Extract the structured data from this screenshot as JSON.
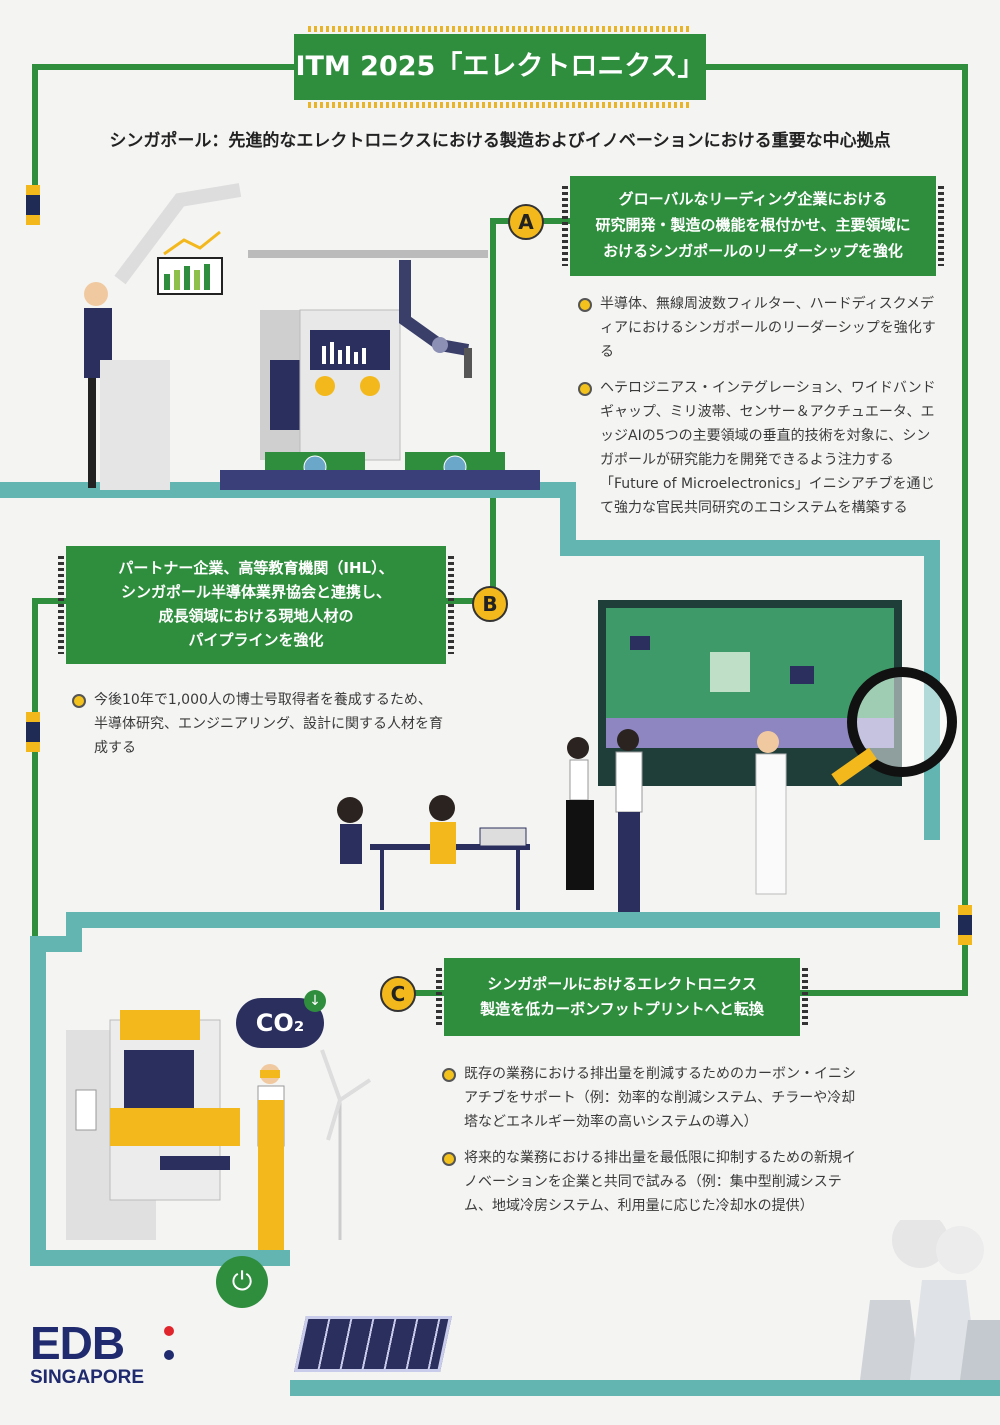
{
  "header": {
    "title": "ITM 2025「エレクトロニクス」",
    "subtitle": "シンガポール：先進的なエレクトロニクスにおける製造およびイノベーションにおける重要な中心拠点"
  },
  "sections": [
    {
      "letter": "A",
      "heading_lines": [
        "グローバルなリーディング企業における",
        "研究開発・製造の機能を根付かせ、主要領域に",
        "おけるシンガポールのリーダーシップを強化"
      ],
      "bullets": [
        "半導体、無線周波数フィルター、ハードディスクメディアにおけるシンガポールのリーダーシップを強化する",
        "ヘテロジニアス・インテグレーション、ワイドバンドギャップ、ミリ波帯、センサー＆アクチュエータ、エッジAIの5つの主要領域の垂直的技術を対象に、シンガポールが研究能力を開発できるよう注力する「Future of Microelectronics」イニシアチブを通じて強力な官民共同研究のエコシステムを構築する"
      ]
    },
    {
      "letter": "B",
      "heading_lines": [
        "パートナー企業、高等教育機関（IHL）、",
        "シンガポール半導体業界協会と連携し、",
        "成長領域における現地人材の",
        "パイプラインを強化"
      ],
      "bullets": [
        "今後10年で1,000人の博士号取得者を養成するため、半導体研究、エンジニアリング、設計に関する人材を育成する"
      ]
    },
    {
      "letter": "C",
      "heading_lines": [
        "シンガポールにおけるエレクトロニクス",
        "製造を低カーボンフットプリントへと転換"
      ],
      "bullets": [
        "既存の業務における排出量を削減するためのカーボン・イニシアチブをサポート（例：効率的な削減システム、チラーや冷却塔などエネルギー効率の高いシステムの導入）",
        "将来的な業務における排出量を最低限に抑制するための新規イノベーションを企業と共同で試みる（例：集中型削減システム、地域冷房システム、利用量に応じた冷却水の提供）"
      ]
    }
  ],
  "co2_label": "CO₂",
  "logo": {
    "line1": "EDB",
    "line2": "SINGAPORE"
  },
  "colors": {
    "green": "#2f8e3e",
    "teal": "#62b5b0",
    "yellow": "#f3b81c",
    "navy": "#1f2b55"
  }
}
